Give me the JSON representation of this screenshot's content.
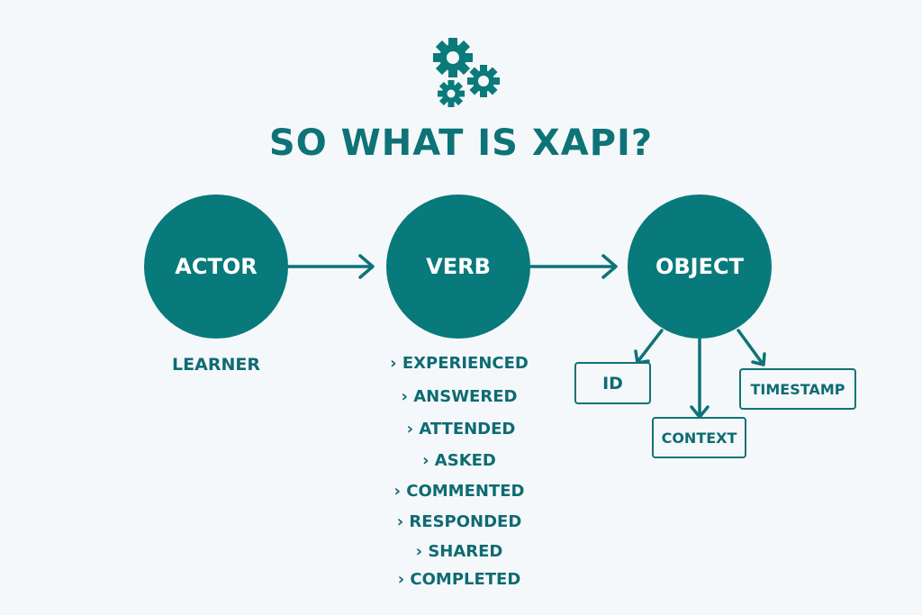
{
  "title": "SO WHAT IS XAPI?",
  "icon": "gears-icon",
  "accent": "#097a7b",
  "nodes": {
    "actor": "ACTOR",
    "verb": "VERB",
    "object": "OBJECT"
  },
  "actor_examples": [
    "LEARNER"
  ],
  "verb_examples": [
    "EXPERIENCED",
    "ANSWERED",
    "ATTENDED",
    "ASKED",
    "COMMENTED",
    "RESPONDED",
    "SHARED",
    "COMPLETED"
  ],
  "object_properties": {
    "id": "ID",
    "context": "CONTEXT",
    "timestamp": "TIMESTAMP"
  }
}
